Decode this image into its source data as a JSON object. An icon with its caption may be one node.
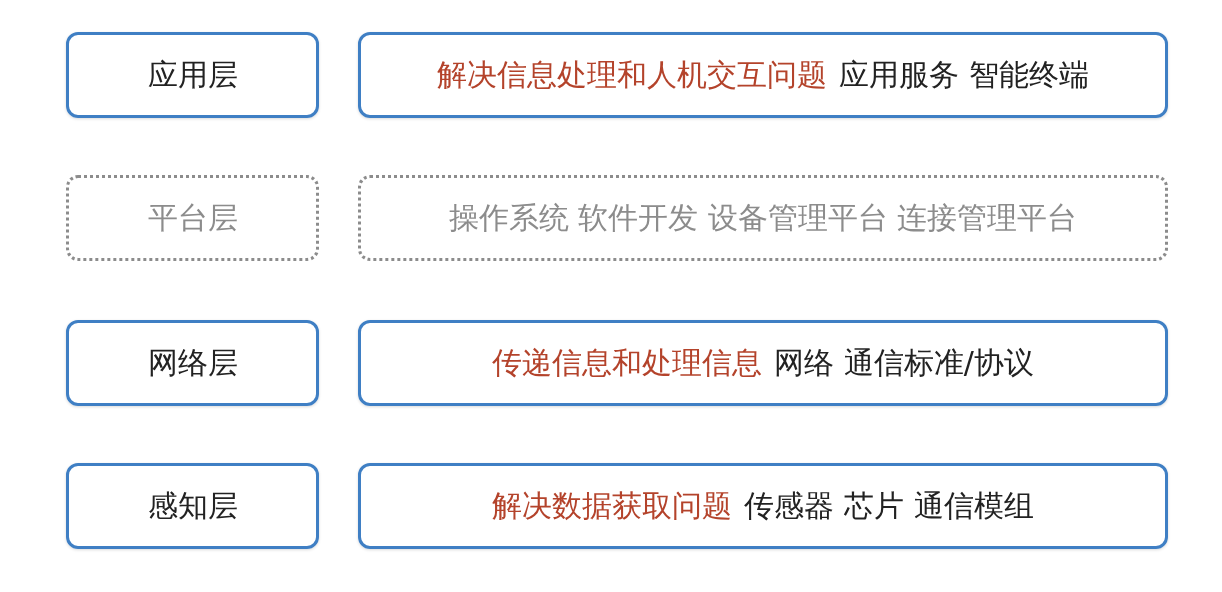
{
  "diagram": {
    "nodes": [
      {
        "text": [
          "应用层"
        ]
      },
      {
        "text": [
          "解决信息处理和人机交互问题",
          "应用服务 智能终端"
        ]
      },
      {
        "text": [
          "平台层"
        ]
      },
      {
        "text": [
          "操作系统 软件开发 设备管理平台 连接管理平台"
        ]
      },
      {
        "text": [
          "网络层"
        ]
      },
      {
        "text": [
          "传递信息和处理信息",
          "网络 通信标准/协议"
        ]
      },
      {
        "text": [
          "感知层"
        ]
      },
      {
        "text": [
          "解决数据获取问题",
          "传感器 芯片 通信模组"
        ]
      }
    ],
    "edges": []
  }
}
